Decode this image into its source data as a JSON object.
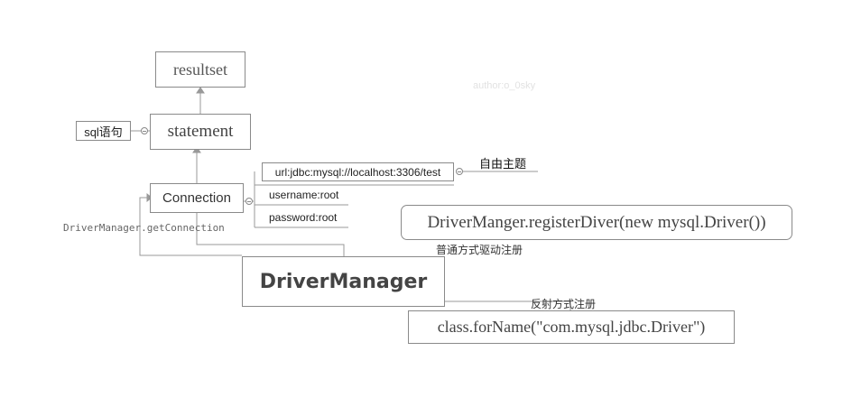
{
  "nodes": {
    "resultset": "resultset",
    "statement": "statement",
    "sql": "sql语句",
    "connection": "Connection",
    "driver_manager": "DriverManager",
    "url": "url:jdbc:mysql://localhost:3306/test",
    "username": "username:root",
    "password": "password:root",
    "free_topic": "自由主题",
    "register_driver": "DriverManger.registerDiver(new mysql.Driver())",
    "class_forname": "class.forName(\"com.mysql.jdbc.Driver\")"
  },
  "labels": {
    "get_connection": "DriverManager.getConnection",
    "normal_register": "普通方式驱动注册",
    "reflect_register": "反射方式注册",
    "watermark": "author:o_0sky"
  }
}
